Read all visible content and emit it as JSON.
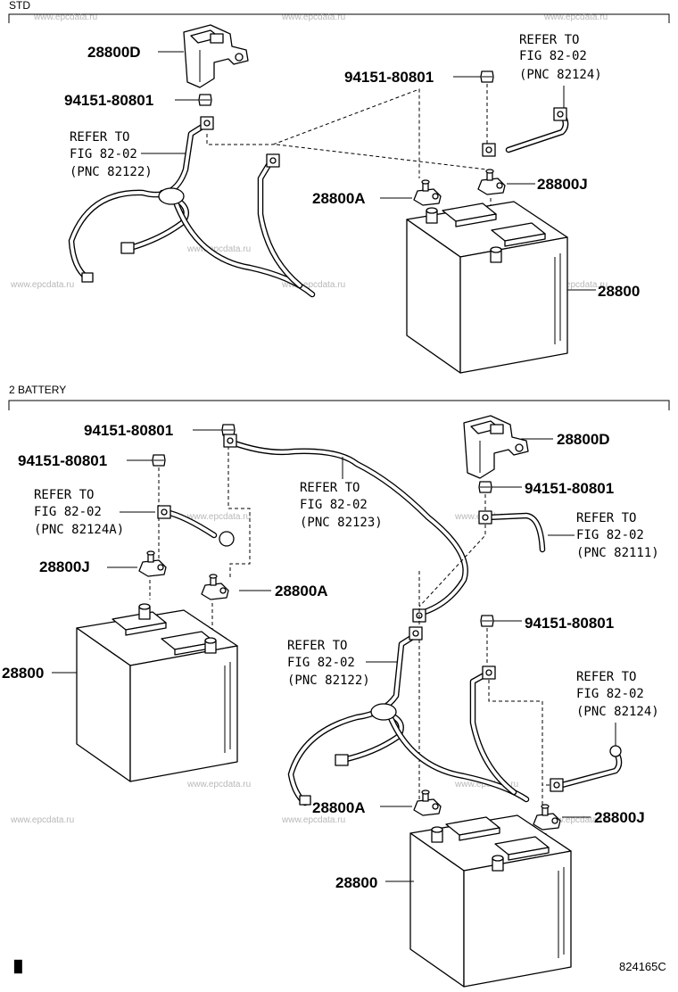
{
  "diagram_id": "824165C",
  "footer_mark": "▉",
  "watermark": "www.epcdata.ru",
  "sections": {
    "std": {
      "title": "STD"
    },
    "two_battery": {
      "title": "2 BATTERY"
    }
  },
  "std": {
    "holder": "28800D",
    "bolt_left": "94151-80801",
    "bolt_right": "94151-80801",
    "refer_left": {
      "line1": "REFER TO",
      "line2": "FIG 82-02",
      "line3": "(PNC 82122)"
    },
    "refer_right": {
      "line1": "REFER TO",
      "line2": "FIG 82-02",
      "line3": "(PNC 82124)"
    },
    "clamp_a": "28800A",
    "clamp_j": "28800J",
    "battery": "28800"
  },
  "two_battery": {
    "bolt_top": "94151-80801",
    "bolt_left": "94151-80801",
    "refer_82124a": {
      "line1": "REFER TO",
      "line2": "FIG 82-02",
      "line3": "(PNC 82124A)"
    },
    "clamp_j_left": "28800J",
    "clamp_a_left": "28800A",
    "battery_left": "28800",
    "refer_82123": {
      "line1": "REFER TO",
      "line2": "FIG 82-02",
      "line3": "(PNC 82123)"
    },
    "holder": "28800D",
    "bolt_right_upper": "94151-80801",
    "refer_82111": {
      "line1": "REFER TO",
      "line2": "FIG 82-02",
      "line3": "(PNC 82111)"
    },
    "refer_82122": {
      "line1": "REFER TO",
      "line2": "FIG 82-02",
      "line3": "(PNC 82122)"
    },
    "bolt_right_lower": "94151-80801",
    "refer_82124": {
      "line1": "REFER TO",
      "line2": "FIG 82-02",
      "line3": "(PNC 82124)"
    },
    "clamp_a_right": "28800A",
    "clamp_j_right": "28800J",
    "battery_right": "28800"
  }
}
